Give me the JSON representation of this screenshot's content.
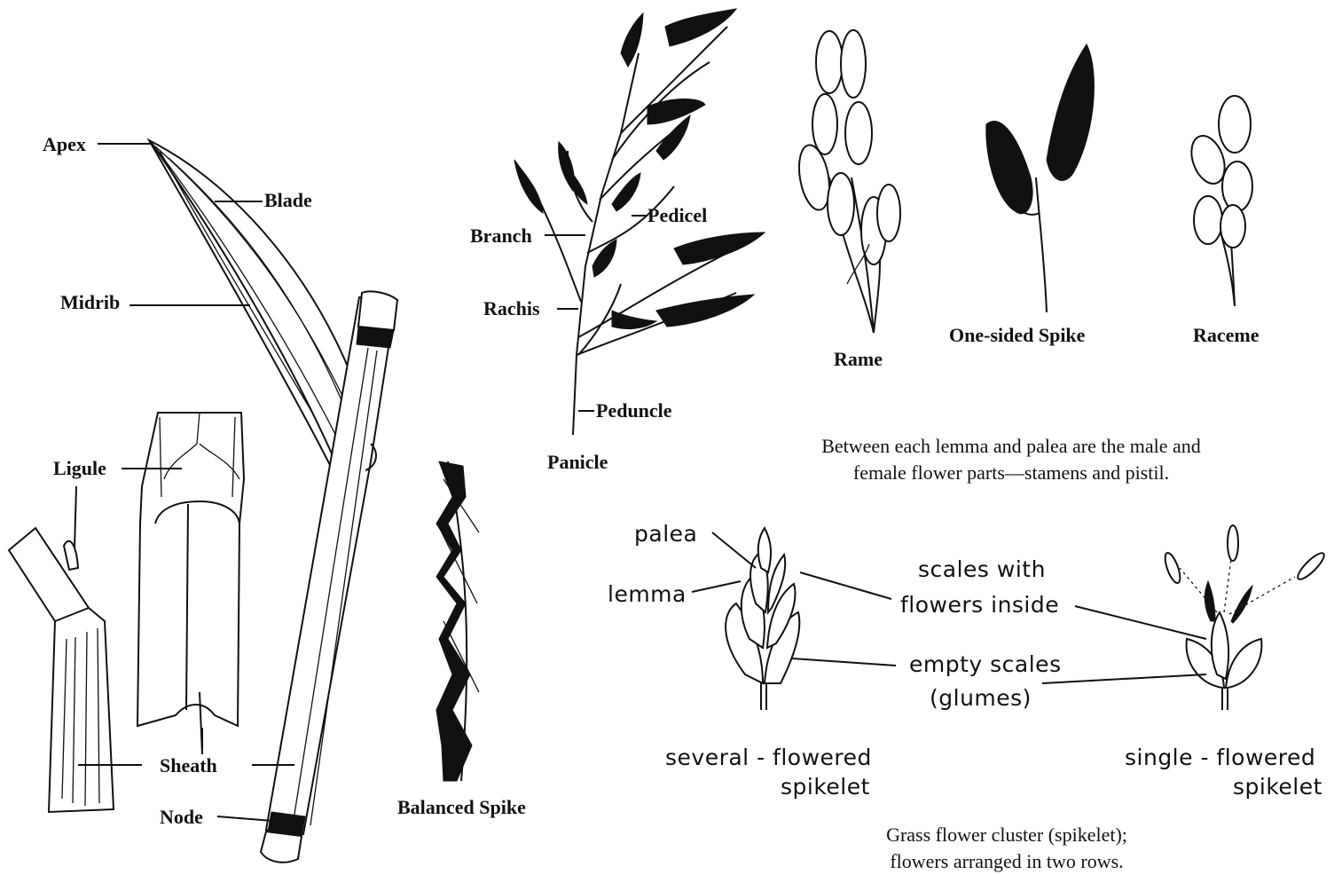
{
  "leaf": {
    "apex": "Apex",
    "blade": "Blade",
    "midrib": "Midrib",
    "ligule": "Ligule",
    "sheath": "Sheath",
    "node": "Node"
  },
  "balanced_spike": "Balanced Spike",
  "panicle": {
    "branch": "Branch",
    "pedicel": "Pedicel",
    "rachis": "Rachis",
    "peduncle": "Peduncle",
    "title": "Panicle"
  },
  "inflorescences": {
    "rame": "Rame",
    "one_sided_spike": "One-sided Spike",
    "raceme": "Raceme"
  },
  "flower_note": {
    "line1": "Between each lemma and palea are the male and",
    "line2": "female flower parts—stamens and pistil."
  },
  "spikelet": {
    "palea": "palea",
    "lemma": "lemma",
    "scales_line1": "scales with",
    "scales_line2": "flowers inside",
    "empty_line1": "empty scales",
    "empty_line2": "(glumes)",
    "several_line1": "several - flowered",
    "several_line2": "spikelet",
    "single_line1": "single - flowered",
    "single_line2": "spikelet",
    "caption_line1": "Grass flower cluster (spikelet);",
    "caption_line2": "flowers arranged in two rows."
  }
}
